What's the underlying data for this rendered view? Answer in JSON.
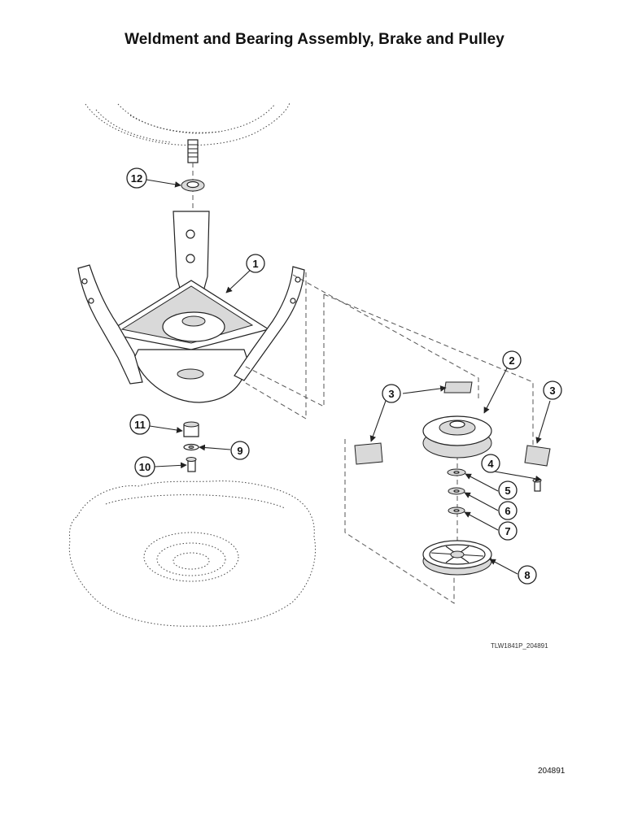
{
  "title": "Weldment and Bearing Assembly, Brake and Pulley",
  "drawing_code": "TLW1841P_204891",
  "page_code": "204891",
  "callouts": [
    "1",
    "2",
    "3",
    "3",
    "4",
    "5",
    "6",
    "7",
    "8",
    "9",
    "10",
    "11",
    "12"
  ]
}
